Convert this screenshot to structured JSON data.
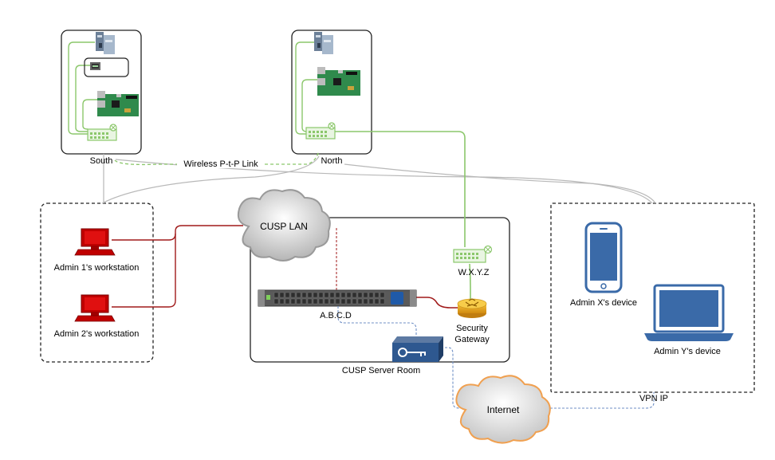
{
  "labels": {
    "south": "South",
    "north": "North",
    "wireless_link": "Wireless P-t-P Link",
    "admin1": "Admin 1's workstation",
    "admin2": "Admin 2's workstation",
    "cusp_lan": "CUSP LAN",
    "wxyz": "W.X.Y.Z",
    "abcd": "A.B.C.D",
    "security_gateway_line1": "Security",
    "security_gateway_line2": "Gateway",
    "server_room": "CUSP Server Room",
    "internet": "Internet",
    "admin_x": "Admin X's device",
    "admin_y": "Admin Y's device",
    "vpn_ip": "VPN IP"
  },
  "colors": {
    "green_link": "#8bc76b",
    "red_link": "#a01a1a",
    "gray_link": "#b8b8b8",
    "blue_dashed": "#6f8fc5",
    "cloud_gray": "#9a9a9a",
    "cloud_orange": "#f0a050",
    "device_blue": "#3a6aa8"
  }
}
